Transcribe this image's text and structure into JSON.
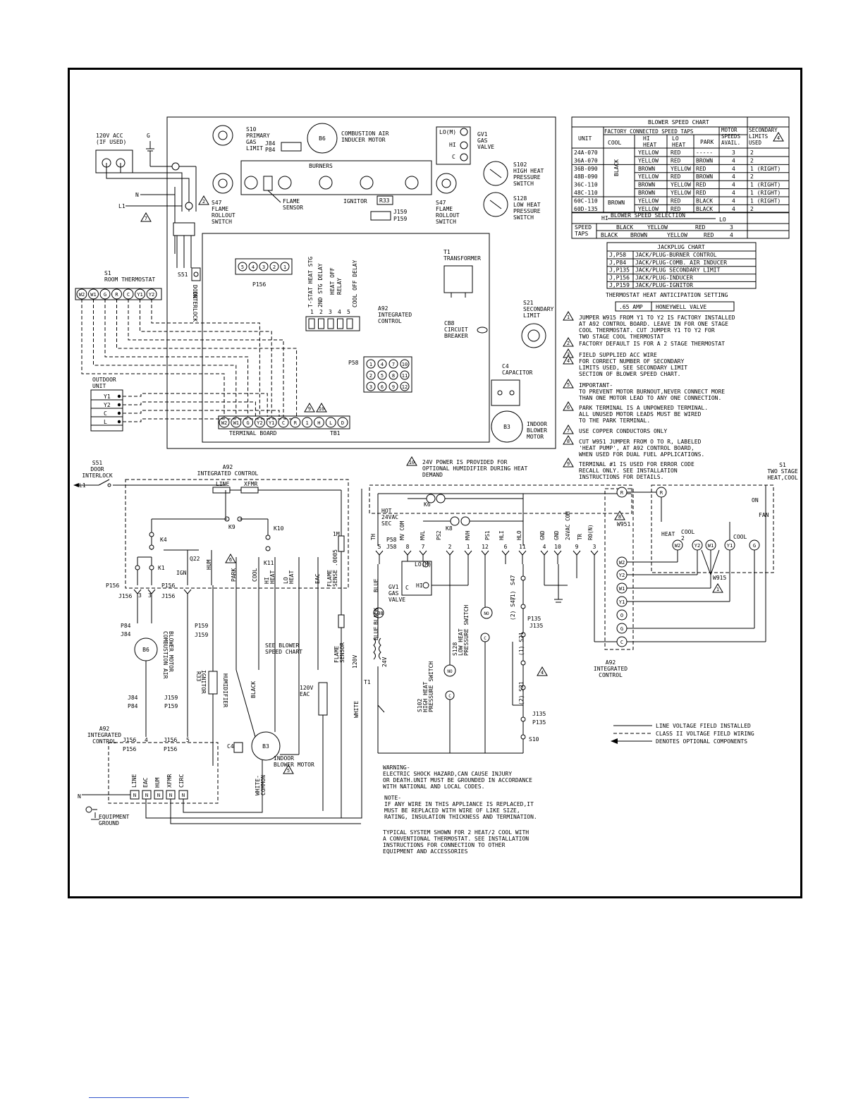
{
  "diagram": {
    "top_box": {
      "acc": [
        "120V ACC",
        "(IF USED)"
      ],
      "g": "G",
      "n": "N",
      "l1": "L1",
      "s10": [
        "S10",
        "PRIMARY",
        "GAS",
        "LIMIT"
      ],
      "j84": "J84",
      "p84": "P84",
      "b6": "B6",
      "inducer": [
        "COMBUSTION AIR",
        "INDUCER MOTOR"
      ],
      "gv1_lo": "LO(M)",
      "gv1_hi": "HI",
      "gv1_c": "C",
      "gv1": [
        "GV1",
        "GAS",
        "VALVE"
      ],
      "burners": "BURNERS",
      "flame_sensor": [
        "FLAME",
        "SENSOR"
      ],
      "ignitor": "IGNITOR",
      "r33": "R33",
      "j159": "J159",
      "p159": "P159",
      "s47a": [
        "S47",
        "FLAME",
        "ROLLOUT",
        "SWITCH"
      ],
      "s47b": [
        "S47",
        "FLAME",
        "ROLLOUT",
        "SWITCH"
      ],
      "s102": [
        "S102",
        "HIGH HEAT",
        "PRESSURE",
        "SWITCH"
      ],
      "s128": [
        "S128",
        "LOW HEAT",
        "PRESSURE",
        "SWITCH"
      ],
      "s1": [
        "S1",
        "ROOM THERMOSTAT"
      ],
      "s1_terms": [
        "W2",
        "W1",
        "G",
        "R",
        "C",
        "Y1",
        "Y2"
      ],
      "s51": "S51",
      "door_interlock": [
        "DOOR",
        "INTERLOCK"
      ],
      "p156": "P156",
      "p156_pins": [
        "5",
        "4",
        "3",
        "2",
        "1"
      ],
      "a92_labels": [
        "T-STAT HEAT STG",
        "2ND STG DELAY",
        "HEAT OFF",
        "RELAY",
        "COOL OFF DELAY"
      ],
      "a92_pin_nums": [
        "1",
        "2",
        "3",
        "4",
        "5"
      ],
      "a92": [
        "A92",
        "INTEGRATED",
        "CONTROL"
      ],
      "t1": [
        "T1",
        "TRANSFORMER"
      ],
      "cb8": [
        "CB8",
        "CIRCUIT",
        "BREAKER"
      ],
      "s21": [
        "S21",
        "SECONDARY",
        "LIMIT"
      ],
      "p58": "P58",
      "p58_pins": [
        "1",
        "4",
        "7",
        "10",
        "2",
        "5",
        "8",
        "11",
        "3",
        "6",
        "9",
        "12"
      ],
      "c4": [
        "C4",
        "CAPACITOR"
      ],
      "b3": "B3",
      "indoor_blower": [
        "INDOOR",
        "BLOWER",
        "MOTOR"
      ],
      "outdoor": [
        "OUTDOOR",
        "UNIT"
      ],
      "outdoor_terms": [
        "Y1",
        "Y2",
        "C",
        "L"
      ],
      "tb1_terms": [
        "W2",
        "W1",
        "G",
        "Y2",
        "Y1",
        "C",
        "R",
        "1",
        "H",
        "L",
        "D"
      ],
      "terminal_board": "TERMINAL BOARD",
      "tb1": "TB1",
      "note_refs": [
        "9",
        "10"
      ],
      "note_ref_7": "7",
      "note_ref_2": "2"
    },
    "blower_chart": {
      "title": "BLOWER SPEED CHART",
      "unit_hdr": "UNIT",
      "factory_hdr": "FACTORY CONNECTED SPEED TAPS",
      "cool_hdr": "COOL",
      "hi_heat_hdr": [
        "HI",
        "HEAT"
      ],
      "lo_heat_hdr": [
        "LO",
        "HEAT"
      ],
      "park_hdr": "PARK",
      "motor_hdr": [
        "MOTOR",
        "SPEEDS",
        "AVAIL."
      ],
      "secondary_hdr": [
        "SECONDARY",
        "LIMITS",
        "USED"
      ],
      "cool_black": "BLACK",
      "cool_brown": "BROWN",
      "rows": [
        [
          "24A-070",
          "YELLOW",
          "RED",
          "-----",
          "3",
          "2"
        ],
        [
          "36A-070",
          "YELLOW",
          "RED",
          "BROWN",
          "4",
          "2"
        ],
        [
          "36B-090",
          "BROWN",
          "YELLOW",
          "RED",
          "4",
          "1 (RIGHT)"
        ],
        [
          "48B-090",
          "YELLOW",
          "RED",
          "BROWN",
          "4",
          "2"
        ],
        [
          "36C-110",
          "BROWN",
          "YELLOW",
          "RED",
          "4",
          "1 (RIGHT)"
        ],
        [
          "48C-110",
          "BROWN",
          "YELLOW",
          "RED",
          "4",
          "1 (RIGHT)"
        ],
        [
          "60C-110",
          "YELLOW",
          "RED",
          "BLACK",
          "4",
          "1 (RIGHT)"
        ],
        [
          "60D-135",
          "YELLOW",
          "RED",
          "BLACK",
          "4",
          "2"
        ]
      ],
      "sel_title": "BLOWER SPEED SELECTION",
      "sel_hi": "HI",
      "sel_lo": "LO",
      "speed_taps": [
        "SPEED",
        "TAPS"
      ],
      "taps_row1": [
        "BLACK",
        "YELLOW",
        "RED",
        "3"
      ],
      "taps_row2": [
        "BLACK",
        "BROWN",
        "YELLOW",
        "RED",
        "4"
      ]
    },
    "jackplug_chart": {
      "title": "JACKPLUG CHART",
      "rows": [
        [
          "J,P58",
          "JACK/PLUG-BURNER CONTROL"
        ],
        [
          "J,P84",
          "JACK/PLUG-COMB. AIR INDUCER"
        ],
        [
          "J,P135",
          "JACK/PLUG SECONDARY LIMIT"
        ],
        [
          "J,P156",
          "JACK/PLUG-INDUCER"
        ],
        [
          "J,P159",
          "JACK/PLUG-IGNITOR"
        ]
      ]
    },
    "anticipation": {
      "title": "THERMOSTAT HEAT ANTICIPATION SETTING",
      "amp": ".65 AMP",
      "valve": "HONEYWELL VALVE"
    },
    "notes": [
      {
        "num": "1",
        "lines": [
          "JUMPER W915 FROM Y1 TO Y2 IS FACTORY INSTALLED",
          "AT A92 CONTROL BOARD. LEAVE IN FOR ONE STAGE",
          "COOL THERMOSTAT. CUT JUMPER Y1 TO Y2 FOR",
          "TWO STAGE COOL THERMOSTAT"
        ]
      },
      {
        "num": "2",
        "lines": [
          "FACTORY DEFAULT IS FOR A 2 STAGE THERMOSTAT"
        ]
      },
      {
        "num": "3",
        "lines": [
          "FIELD SUPPLIED ACC WIRE"
        ]
      },
      {
        "num": "4",
        "lines": [
          "FOR CORRECT NUMBER OF SECONDARY",
          "LIMITS USED, SEE SECONDARY LIMIT",
          "SECTION OF BLOWER SPEED CHART."
        ]
      },
      {
        "num": "5",
        "lines": [
          "IMPORTANT-",
          "TO PREVENT MOTOR BURNOUT,NEVER CONNECT MORE",
          "THAN ONE MOTOR LEAD TO ANY ONE CONNECTION."
        ]
      },
      {
        "num": "6",
        "lines": [
          "PARK TERMINAL IS A UNPOWERED TERMINAL.",
          "ALL UNUSED MOTOR LEADS MUST BE WIRED",
          "TO THE PARK TERMINAL."
        ]
      },
      {
        "num": "7",
        "lines": [
          "USE COPPER CONDUCTORS ONLY"
        ]
      },
      {
        "num": "8",
        "lines": [
          "CUT W951 JUMPER FROM O TO R, LABELED",
          "'HEAT PUMP', AT A92 CONTROL BOARD,",
          "WHEN USED FOR DUAL FUEL APPLICATIONS."
        ]
      },
      {
        "num": "9",
        "lines": [
          "TERMINAL #1 IS USED FOR ERROR CODE",
          "RECALL ONLY. SEE INSTALLATION",
          "INSTRUCTIONS FOR DETAILS."
        ]
      }
    ],
    "note10": {
      "num": "10",
      "lines": [
        "24V POWER IS PROVIDED FOR",
        "OPTIONAL HUMIDIFIER DURING HEAT",
        "DEMAND"
      ]
    },
    "schematic_left": {
      "s51": [
        "S51",
        "DOOR",
        "INTERLOCK"
      ],
      "l1": "L1",
      "a92": [
        "A92",
        "INTEGRATED CONTROL"
      ],
      "line": "LINE",
      "xfmr": "XFMR",
      "k9": "K9",
      "k4": "K4",
      "k1": "K1",
      "q22": "Q22",
      "ign": "IGN",
      "k10": "K10",
      "k11": "K11",
      "one_m": "1M",
      "hum": "HUM",
      "park": "PARK",
      "cool": "COOL",
      "hi_heat": [
        "HI",
        "HEAT"
      ],
      "lo_heat": [
        "LO",
        "HEAT"
      ],
      "eac": "EAC",
      "flame_sense": [
        "FLAME",
        "SENSE .0005"
      ],
      "note_ref_6": "6",
      "p156a": "P156",
      "j156a": "J156",
      "p156b": "P156",
      "j156b": "J156",
      "pin_labels": [
        "3",
        "3"
      ],
      "p84": "P84",
      "j84": "J84",
      "b6": "B6",
      "inducer": [
        "COMBUSTION AIR",
        "BLOWER MOTOR"
      ],
      "p159": "P159",
      "j159": "J159",
      "r33": "R33",
      "ignitor": "IGNITOR",
      "humidifier": "HUMIDIFIER",
      "see_blower": [
        "SEE BLOWER",
        "SPEED CHART"
      ],
      "black": "BLACK",
      "eac_120": [
        "120V",
        "EAC"
      ],
      "flame_sensor": [
        "FLAME",
        "SENSOR"
      ],
      "j84b": "J84",
      "p84b": "P84",
      "j159b": "J159",
      "p159b": "P159",
      "a92b": [
        "A92",
        "INTEGRATED",
        "CONTROL"
      ],
      "j156c": "J156",
      "p156c": "P156",
      "j156d": "J156",
      "p156d": "P156",
      "pin4": "4",
      "pin5": "5",
      "c4": "C4",
      "b3": "B3",
      "indoor": [
        "INDOOR",
        "BLOWER MOTOR"
      ],
      "note_ref_5": "5",
      "white_common": [
        "WHITE-",
        "COMMON"
      ],
      "bottom_terms": [
        "LINE",
        "EAC",
        "HUM",
        "XFMR",
        "CIRC"
      ],
      "n_marks": [
        "N",
        "N",
        "N",
        "N",
        "N"
      ],
      "n": "N",
      "equip_ground": [
        "EQUIPMENT",
        "GROUND"
      ]
    },
    "schematic_right": {
      "k6": "K6",
      "k8": "K8",
      "hot": [
        "HOT",
        "24VAC",
        "SEC"
      ],
      "pin_names": [
        "TH",
        "MV COM",
        "MVL",
        "PS2",
        "MVH",
        "PS1",
        "HLI",
        "HLO",
        "GND",
        "GND",
        "24VAC COM",
        "TR",
        "RO(N)"
      ],
      "p58": "P58",
      "j58": "J58",
      "pin_nums": [
        "5",
        "8",
        "7",
        "2",
        "1",
        "12",
        "6",
        "11",
        "4",
        "10",
        "9",
        "3"
      ],
      "gv1": [
        "GV1",
        "GAS",
        "VALVE"
      ],
      "lo_m": "LO(M)",
      "hi": "HI",
      "c": "C",
      "blue1": "BLUE",
      "blue2": "BLUE",
      "black": "BLACK",
      "cb8": "CB8",
      "t1": "T1",
      "v120": "120V",
      "v24": "24V",
      "white": "WHITE",
      "s128": [
        "S128",
        "LOW HEAT",
        "PRESSURE SWITCH"
      ],
      "s102": [
        "S102",
        "HIGH HEAT",
        "PRESSURE SWITCH"
      ],
      "no": "NO",
      "c_term": "C",
      "s47": "S47",
      "s47_1": "(1)",
      "s47_2": "(2) S47",
      "p135": "P135",
      "j135": "J135",
      "s21_1": "(1) S21",
      "s21_2": "(2) S21",
      "j135b": "J135",
      "p135b": "P135",
      "s10": "S10",
      "note_ref_4": "4",
      "w951": "W951",
      "note_ref_8": "8",
      "tstat_terms": [
        "R",
        "W2",
        "Y2",
        "W1",
        "Y1",
        "O",
        "G",
        "C"
      ],
      "a92": [
        "A92",
        "INTEGRATED",
        "CONTROL"
      ],
      "s1": [
        "S1",
        "TWO STAGE",
        "HEAT,COOL"
      ],
      "s1_heat": "HEAT",
      "s1_cool2": [
        "COOL",
        "2"
      ],
      "s1_cool": "COOL",
      "s1_on": "ON",
      "s1_fan": "FAN",
      "s1_terms": [
        "R",
        "W2",
        "Y2",
        "W1",
        "Y1",
        "G"
      ],
      "w915": "W915",
      "note_ref_1": "1"
    },
    "legend": [
      "LINE VOLTAGE FIELD INSTALLED",
      "CLASS II VOLTAGE FIELD WIRING",
      "DENOTES OPTIONAL COMPONENTS"
    ],
    "warnings": {
      "warning": [
        "WARNING-",
        "ELECTRIC SHOCK HAZARD,CAN CAUSE INJURY",
        "OR DEATH.UNIT MUST BE GROUNDED IN ACCORDANCE",
        "WITH NATIONAL AND LOCAL CODES."
      ],
      "note": [
        "NOTE-",
        "IF ANY WIRE IN THIS APPLIANCE IS REPLACED,IT",
        "MUST BE REPLACED WITH WIRE OF LIKE SIZE,",
        "RATING, INSULATION THICKNESS AND TERMINATION."
      ],
      "typical": [
        "TYPICAL SYSTEM SHOWN FOR 2 HEAT/2 COOL WITH",
        "A CONVENTIONAL THERMOSTAT. SEE INSTALLATION",
        "INSTRUCTIONS FOR CONNECTION TO OTHER",
        "EQUIPMENT AND ACCESSORIES"
      ]
    }
  }
}
